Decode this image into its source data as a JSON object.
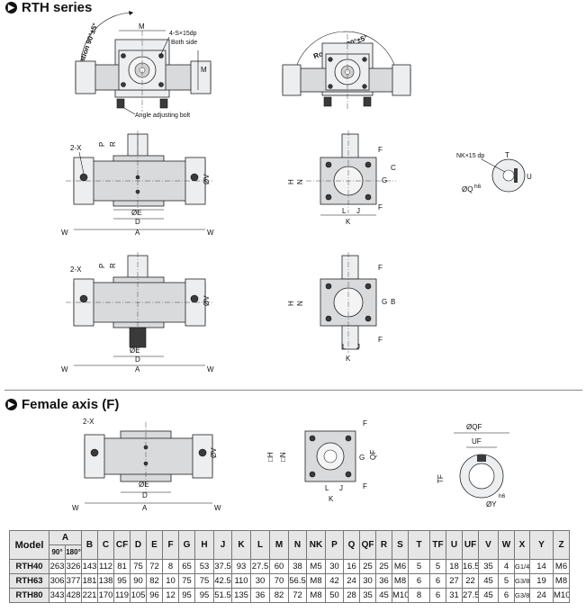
{
  "sections": {
    "rth_series": "RTH series",
    "female_axis": "Female axis (F)"
  },
  "drawing_labels": {
    "rotation_90": "Rotation 90°±5°",
    "rotation_180": "Rotation 180°±5°",
    "both_side_note": "4-S×15dp",
    "both_side": "Both side",
    "angle_bolt": "Angle adjusting bolt",
    "nk_note": "NK×15 dp",
    "dims": {
      "M": "M",
      "two_x": "2-X",
      "P": "P",
      "R": "R",
      "V": "ØV",
      "E": "ØE",
      "D": "D",
      "A": "A",
      "W": "W",
      "H": "H",
      "N": "N",
      "G": "G",
      "C": "C",
      "F": "F",
      "L": "L",
      "J": "J",
      "K": "K",
      "B": "B",
      "T": "T",
      "U": "U",
      "Q": "ØQ",
      "h6": "h6",
      "QF_dia": "ØQF",
      "UF": "UF",
      "QF": "QF",
      "TF": "TF",
      "Y": "ØY",
      "H_sq": "□H",
      "N_sq": "□N"
    }
  },
  "table": {
    "headers": [
      "Model",
      "A",
      "B",
      "C",
      "CF",
      "D",
      "E",
      "F",
      "G",
      "H",
      "J",
      "K",
      "L",
      "M",
      "N",
      "NK",
      "P",
      "Q",
      "QF",
      "R",
      "S",
      "T",
      "TF",
      "U",
      "UF",
      "V",
      "W",
      "X",
      "Y",
      "Z"
    ],
    "a_sub": [
      "90°",
      "180°"
    ],
    "rows": [
      {
        "model": "RTH40",
        "cells": [
          "263",
          "326",
          "143",
          "112",
          "81",
          "75",
          "72",
          "8",
          "65",
          "53",
          "37.5",
          "93",
          "27.5",
          "60",
          "38",
          "M5",
          "30",
          "16",
          "25",
          "25",
          "M6",
          "5",
          "5",
          "18",
          "16.5",
          "35",
          "4",
          "G1/4",
          "14",
          "M6"
        ]
      },
      {
        "model": "RTH63",
        "cells": [
          "306",
          "377",
          "181",
          "138",
          "95",
          "90",
          "82",
          "10",
          "75",
          "75",
          "42.5",
          "110",
          "30",
          "70",
          "56.5",
          "M8",
          "42",
          "24",
          "30",
          "36",
          "M8",
          "6",
          "6",
          "27",
          "22",
          "45",
          "5",
          "G3/8",
          "19",
          "M8"
        ]
      },
      {
        "model": "RTH80",
        "cells": [
          "343",
          "428",
          "221",
          "170",
          "119",
          "105",
          "96",
          "12",
          "95",
          "95",
          "51.5",
          "135",
          "36",
          "82",
          "72",
          "M8",
          "50",
          "28",
          "35",
          "45",
          "M10",
          "8",
          "6",
          "31",
          "27.5",
          "45",
          "6",
          "G3/8",
          "24",
          "M10"
        ]
      }
    ]
  }
}
